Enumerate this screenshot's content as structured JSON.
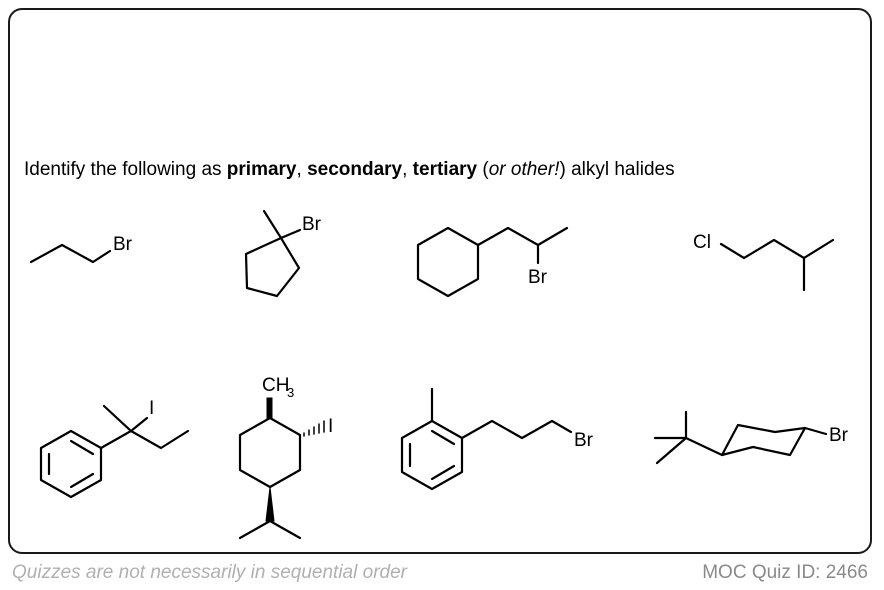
{
  "question": {
    "prefix": "Identify the following as ",
    "primary": "primary",
    "comma1": ", ",
    "secondary": "secondary",
    "comma2": ", ",
    "tertiary": "tertiary",
    "open_paren": " (",
    "other": "or other!",
    "suffix": ") alkyl halides"
  },
  "labels": {
    "br": "Br",
    "cl": "Cl",
    "i": "I",
    "ch": "CH",
    "three": "3"
  },
  "footer": {
    "note": "Quizzes are not necessarily in sequential order",
    "quiz_id": "MOC Quiz ID: 2466"
  }
}
